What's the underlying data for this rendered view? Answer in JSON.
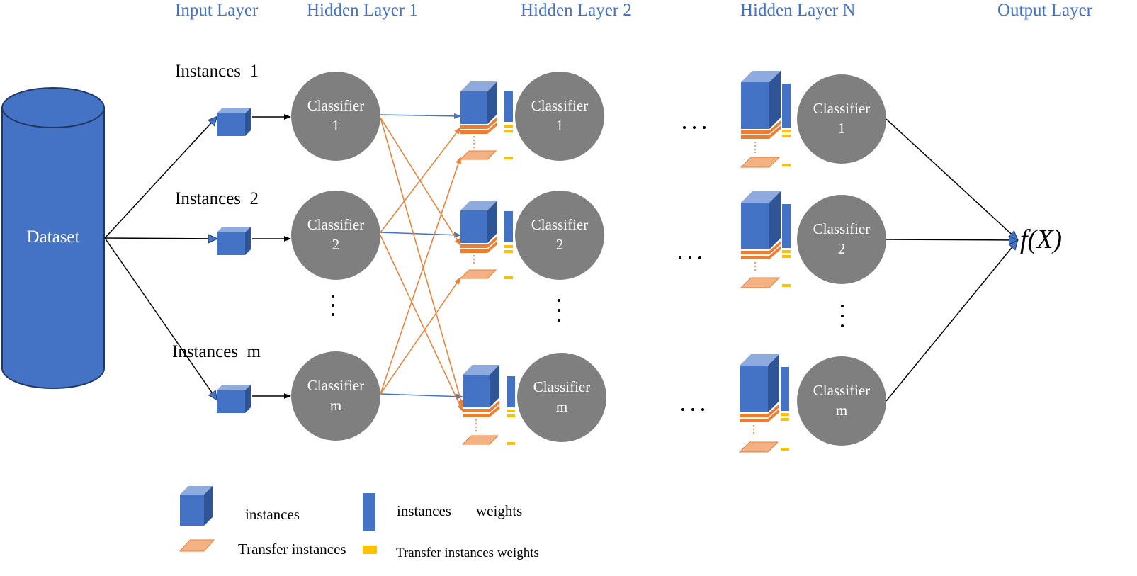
{
  "layers": {
    "input": "Input Layer",
    "hidden1": "Hidden Layer 1",
    "hidden2": "Hidden Layer 2",
    "hiddenN": "Hidden Layer N",
    "output": "Output Layer"
  },
  "dataset_label": "Dataset",
  "instances": {
    "first": "Instances  1",
    "second": "Instances  2",
    "last": "Instances  m"
  },
  "classifier": {
    "word": "Classifier",
    "ids": [
      "1",
      "2",
      "m"
    ]
  },
  "output_function": "f(X)",
  "legend": {
    "instances": "instances",
    "instances_weights_a": "instances",
    "instances_weights_b": "weights",
    "transfer_instances": "Transfer instances",
    "transfer_instances_weights": "Transfer instances weights"
  },
  "colors": {
    "title_blue": "#4472c4",
    "instance_blue": "#4472c4",
    "transfer_orange": "#ed7d31",
    "weight_yellow": "#ffc000",
    "classifier_gray": "#7f7f7f"
  }
}
